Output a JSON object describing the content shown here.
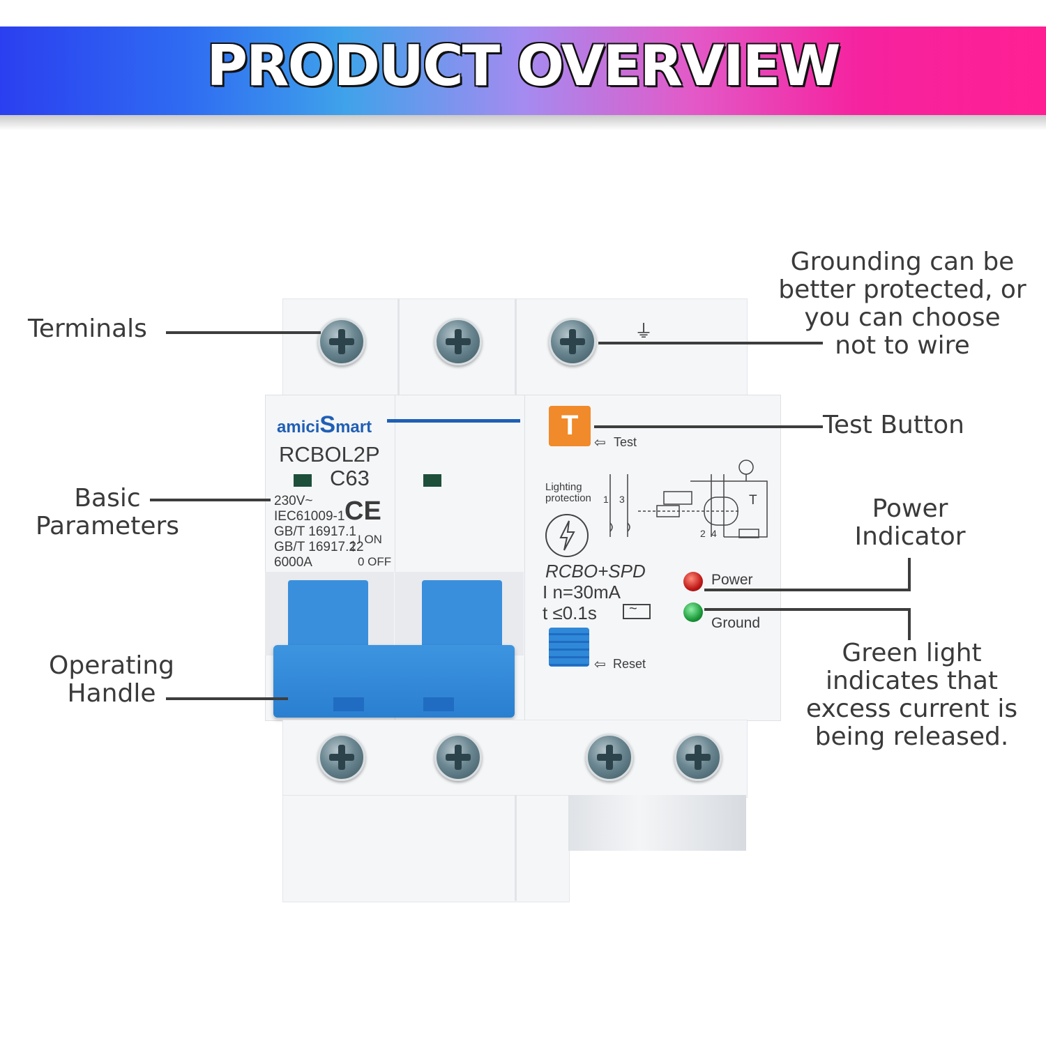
{
  "header": {
    "title": "PRODUCT OVERVIEW"
  },
  "callouts": {
    "terminals": "Terminals",
    "basic_parameters": [
      "Basic",
      "Parameters"
    ],
    "operating_handle": [
      "Operating",
      "Handle"
    ],
    "grounding": [
      "Grounding can be",
      "better protected, or",
      "you can choose",
      "not to wire"
    ],
    "test_button": "Test Button",
    "power_indicator": [
      "Power",
      "Indicator"
    ],
    "green_light": [
      "Green light",
      "indicates that",
      "excess current is",
      "being released."
    ]
  },
  "device": {
    "brand_prefix": "amici",
    "brand_s": "S",
    "brand_suffix": "mart",
    "model": "RCBOL2P",
    "rating": "C63",
    "specs": [
      "230V~",
      "IEC61009-1",
      "GB/T 16917.1",
      "GB/T 16917.22",
      "6000A"
    ],
    "ce_mark": "CE",
    "on_label": "I  ON",
    "off_label": "0 OFF",
    "test_button_letter": "T",
    "test_label": "Test",
    "lightning_label": [
      "Lighting",
      "protection"
    ],
    "type_label": "RCBO+SPD",
    "current_label": "I   n=30mA",
    "time_label": "t   ≤0.1s",
    "power_label": "Power",
    "ground_label": "Ground",
    "reset_label": "Reset",
    "diagram_numbers": [
      "1",
      "3",
      "2",
      "4",
      "T"
    ]
  },
  "colors": {
    "handle_blue": "#2f88d8",
    "test_orange": "#f08a2a",
    "brand_blue": "#1f5fb5",
    "power_led": "#d21f1f",
    "ground_led": "#1c9a3a"
  }
}
